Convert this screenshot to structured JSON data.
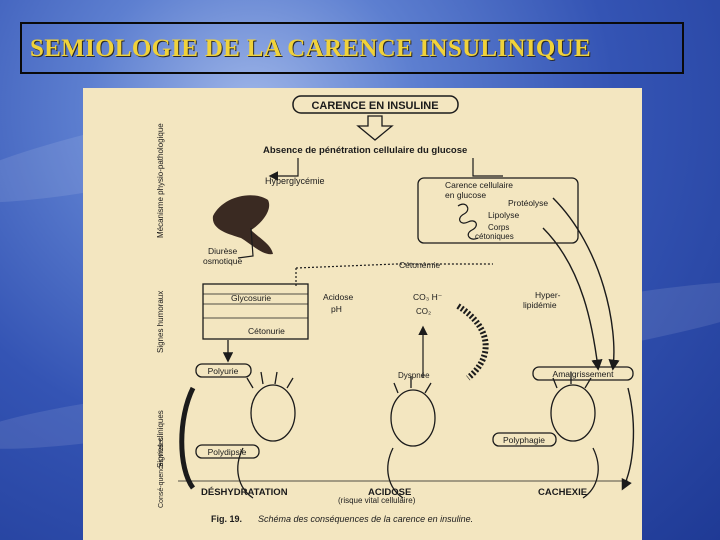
{
  "slide": {
    "title": "SEMIOLOGIE DE LA CARENCE INSULINIQUE"
  },
  "figure": {
    "top_box": "CARENCE EN INSULINE",
    "absence": "Absence de pénétration cellulaire du glucose",
    "hyperglycemie": "Hyperglycémie",
    "carence_cellulaire": "Carence cellulaire",
    "carence_cellulaire_2": "en glucose",
    "proteolyse": "Protéolyse",
    "lipolyse": "Lipolyse",
    "corps": "Corps",
    "cetoniques": "cétoniques",
    "diurese": "Diurèse",
    "osmotique": "osmotique",
    "cetonemie": "Cétonémie",
    "glycosurie": "Glycosurie",
    "cetonurie": "Cétonurie",
    "acidose_ph": "Acidose",
    "ph": "pH",
    "co3h": "CO₃ H⁻",
    "co2": "CO₂",
    "hyperlipidemie": "Hyper-",
    "hyperlipidemie_2": "lipidémie",
    "polyurie": "Polyurie",
    "dyspnee": "Dyspnée",
    "amaigrissement": "Amaigrissement",
    "polyphagie": "Polyphagie",
    "polydipsie": "Polydipsie",
    "deshydratation": "DÉSHYDRATATION",
    "acidose": "ACIDOSE",
    "risque": "(risque vital cellulaire)",
    "cachexie": "CACHEXIE",
    "side_mecanisme": "Mécanisme physio-pathologique",
    "side_humoraux": "Signes humoraux",
    "side_cliniques": "Signes cliniques",
    "side_consequences": "Consé-quences vitales",
    "caption_fig": "Fig. 19.",
    "caption_text": "Schéma des conséquences de la carence en insuline."
  }
}
